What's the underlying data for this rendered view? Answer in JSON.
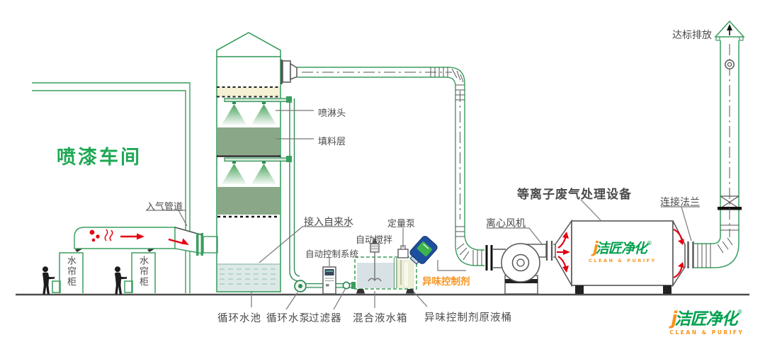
{
  "labels": {
    "workshop": "喷漆车间",
    "inlet_duct": "入气管道",
    "water_curtain": "水帘柜",
    "spray_head": "喷淋头",
    "packing_layer": "填料层",
    "tap_water": "接入自来水",
    "auto_control": "自动控制系统",
    "auto_stir": "自动搅拌",
    "metering_pump": "定量泵",
    "odor_agent": "异味控制剂",
    "centrifugal_fan": "离心风机",
    "plasma_equipment": "等离子废气处理设备",
    "connect_flange": "连接法兰",
    "discharge": "达标排放",
    "circulating_pool": "循环水池",
    "circulating_pump": "循环水泵",
    "filter": "过滤器",
    "mixing_tank": "混合液水箱",
    "agent_barrel": "异味控制剂原液桶"
  },
  "logo": {
    "prefix": "j",
    "text": "洁匠净化",
    "reg": "®",
    "subtext": "CLEAN & PURIFY"
  },
  "colors": {
    "outline_green": "#3a9e5f",
    "title_green": "#1fa854",
    "orange": "#f7941d",
    "red": "#e60012",
    "label_gray": "#4a4a4a",
    "barrel_blue": "#1e4f9e"
  }
}
